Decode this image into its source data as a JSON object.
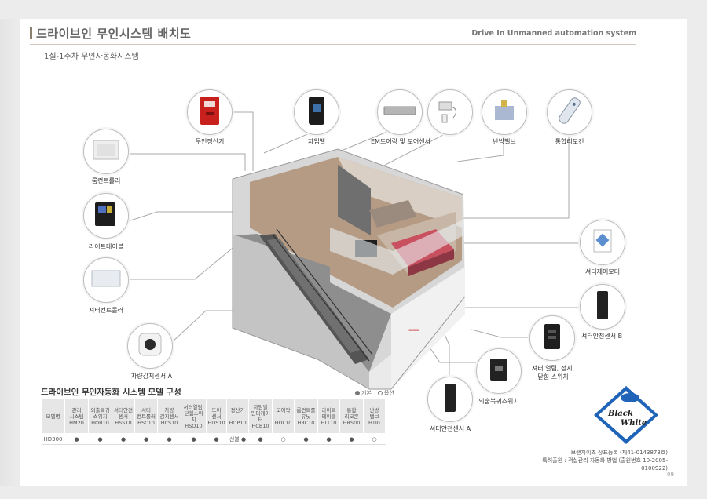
{
  "header": {
    "title": "드라이브인 무인시스템 배치도",
    "title_en": "Drive In Unmanned automation system",
    "subtitle": "1실-1주차 무인자동화시스템"
  },
  "devices": [
    {
      "key": "payment",
      "label": "무인정산기",
      "icon": "payment-kiosk-icon"
    },
    {
      "key": "chime",
      "label": "차임벨",
      "icon": "chime-bell-icon"
    },
    {
      "key": "emlock",
      "label": "EM도어락 및 도어센서",
      "icon": "em-lock-icon"
    },
    {
      "key": "heating",
      "label": "난방밸브",
      "icon": "heating-valve-icon"
    },
    {
      "key": "remote",
      "label": "통합리모컨",
      "icon": "remote-control-icon"
    },
    {
      "key": "room",
      "label": "룸컨트롤러",
      "icon": "room-controller-icon"
    },
    {
      "key": "light",
      "label": "라이트테이블",
      "icon": "light-table-icon"
    },
    {
      "key": "shutterctl",
      "label": "셔터컨트롤러",
      "icon": "shutter-controller-icon"
    },
    {
      "key": "carsensor",
      "label": "차량감지센서 A",
      "icon": "vehicle-sensor-icon"
    },
    {
      "key": "shuttermotor",
      "label": "셔터제어모터",
      "icon": "shutter-motor-icon"
    },
    {
      "key": "safetyb",
      "label": "셔터안전센서 B",
      "icon": "safety-sensor-icon"
    },
    {
      "key": "switch",
      "label": "셔터 열림, 정지,\n닫힘 스위치",
      "icon": "shutter-switch-icon"
    },
    {
      "key": "ext",
      "label": "외출복귀스위치",
      "icon": "return-switch-icon"
    },
    {
      "key": "safetya",
      "label": "셔터안전센서 A",
      "icon": "safety-sensor-icon"
    }
  ],
  "table": {
    "title": "드라이브인 무인자동화 시스템 모델 구성",
    "legend_basic": "기본",
    "legend_option": "옵션",
    "columns": [
      "모델명",
      "관리\n시스템\nHM20",
      "외출복귀\n스위치\nHOB10",
      "셔터안전\n센서\nHSS10",
      "셔터\n컨트롤러\nHSC10",
      "차량\n감지센서\nHCS10",
      "셔터열림,\n닫힘스위치\nHSO10",
      "도어\n센서\nHDS10",
      "정산기\nHOP10",
      "차임벨\n인디케이터\nHCB10",
      "도어락\nHDL10",
      "룸컨트롤\n유닛\nHRC10",
      "라이트\n테이블\nHLT10",
      "통합\n리모콘\nHRS00",
      "난방\n밸브\nHTI0"
    ],
    "row": [
      "HD300",
      "●",
      "●",
      "●",
      "●",
      "●",
      "●",
      "●",
      "선불 ●",
      "●",
      "○",
      "●",
      "●",
      "●",
      "○"
    ]
  },
  "logo": {
    "line1": "Black",
    "line2": "White"
  },
  "cert": {
    "line1": "브랜치이즈 상표등록 (제41-0143873호)",
    "line2": "특허출원 : 객실관리 자동화 방법 (출원번호 10-2005-0100922)"
  },
  "page_number": "09"
}
